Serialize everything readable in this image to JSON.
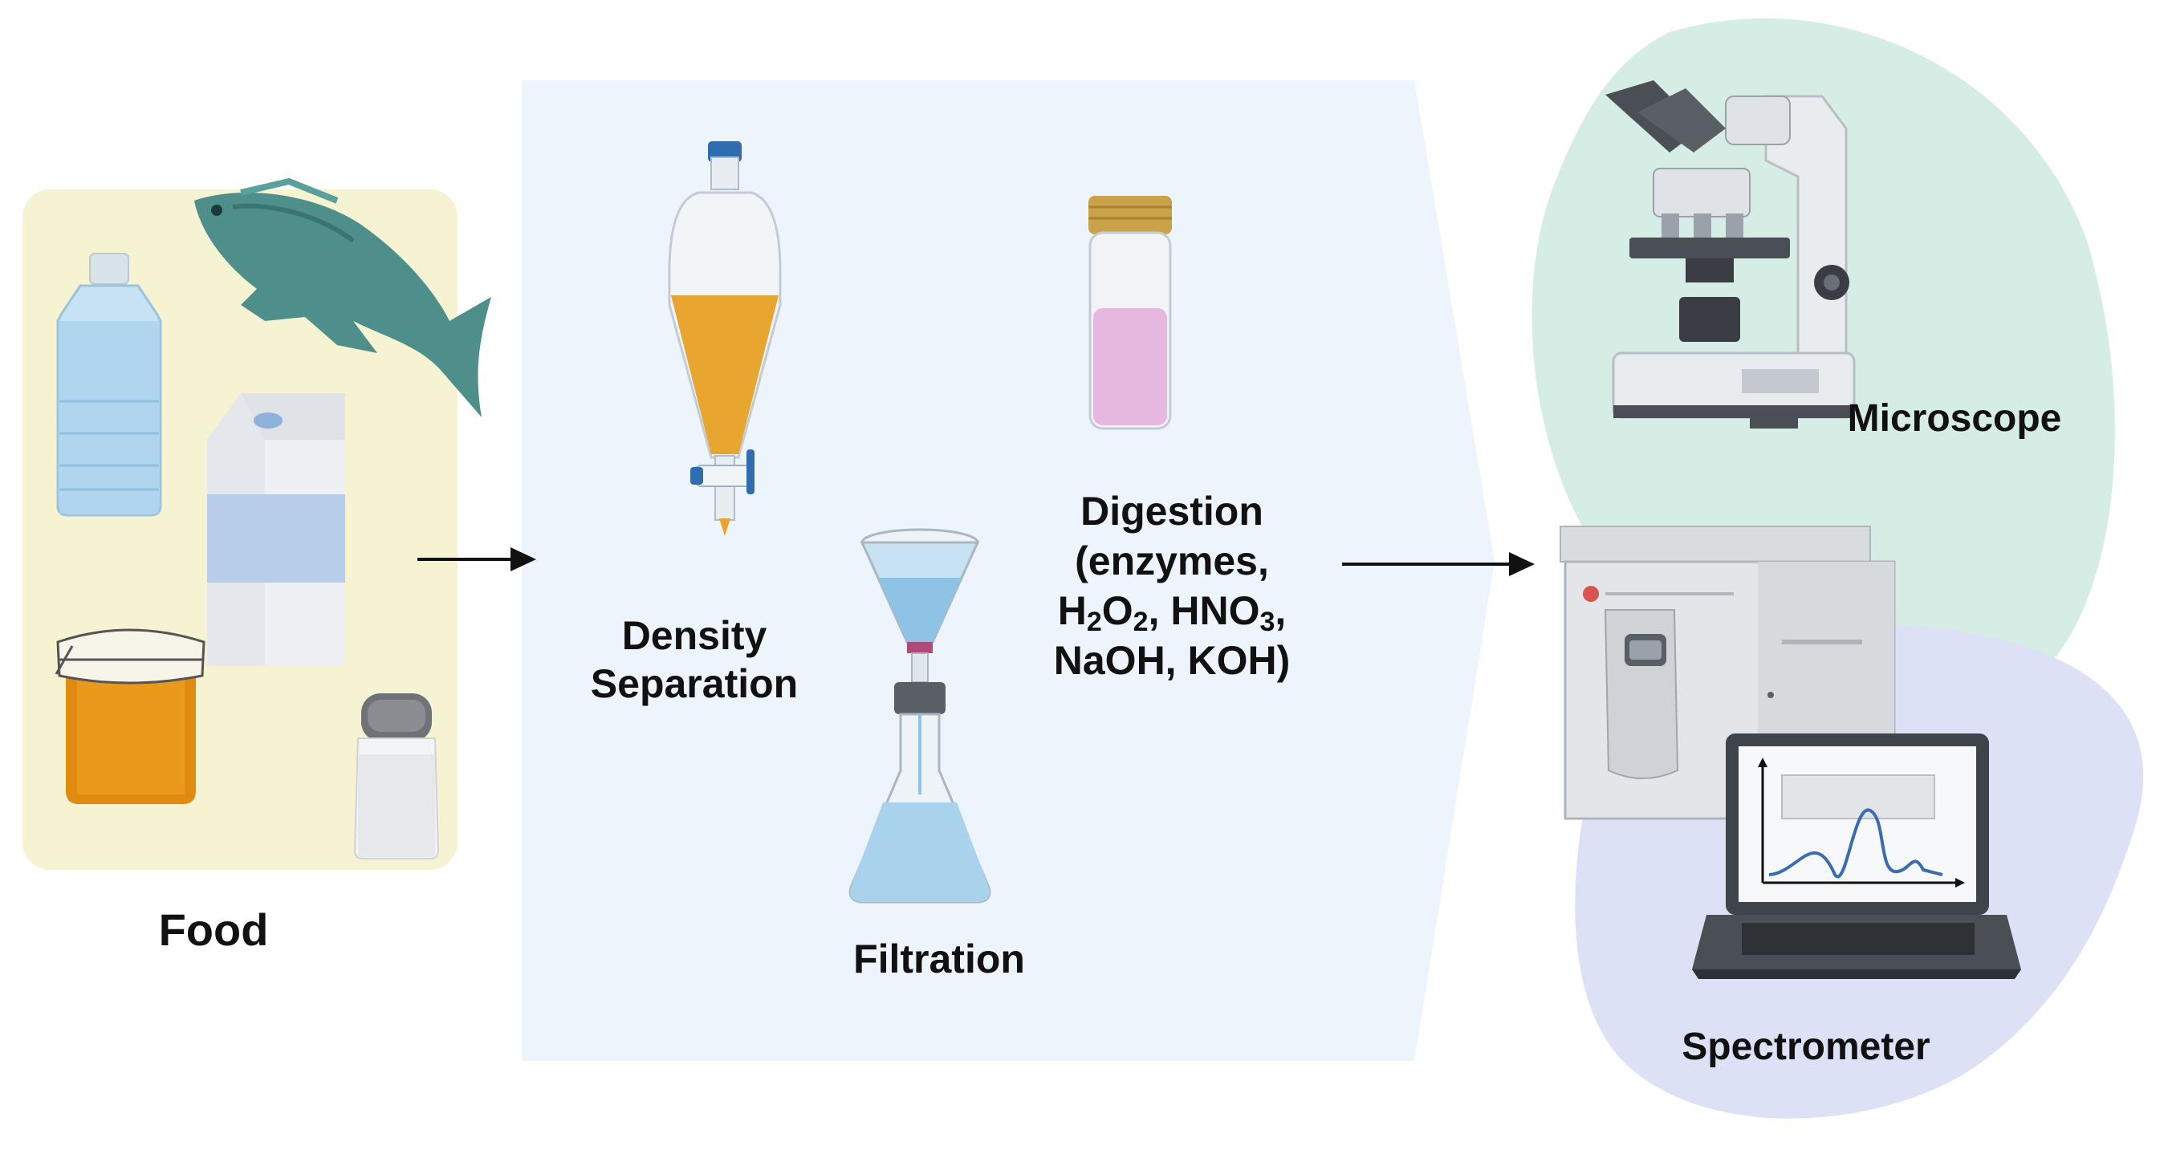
{
  "labels": {
    "food": "Food",
    "density_line1": "Density",
    "density_line2": "Separation",
    "filtration": "Filtration",
    "digestion_line1": "Digestion",
    "digestion_line2": "(enzymes,",
    "digestion_h2o2_h": "H",
    "digestion_h2o2_2a": "2",
    "digestion_h2o2_o": "O",
    "digestion_h2o2_2b": "2",
    "digestion_hno3": ", HNO",
    "digestion_hno3_3": "3",
    "digestion_comma": ",",
    "digestion_line4": "NaOH, KOH)",
    "microscope": "Microscope",
    "spectrometer": "Spectrometer"
  },
  "colors": {
    "food_panel": "#f6f3d2",
    "process_panel": "#eef4fc",
    "microscope_blob": "#d6ede5",
    "spectrometer_blob": "#dde1f5",
    "arrow": "#111111",
    "fish": "#4f8f8b",
    "funnel_liquid": "#e8a52f",
    "vial_liquid": "#e7b8df",
    "water": "#a9d3ec",
    "honey": "#e08a10"
  },
  "icons": [
    "water-bottle-icon",
    "fish-icon",
    "milk-carton-icon",
    "honey-jar-icon",
    "salt-shaker-icon",
    "separatory-funnel-icon",
    "vial-icon",
    "filtration-flask-icon",
    "microscope-icon",
    "spectrometer-icon",
    "laptop-icon"
  ]
}
